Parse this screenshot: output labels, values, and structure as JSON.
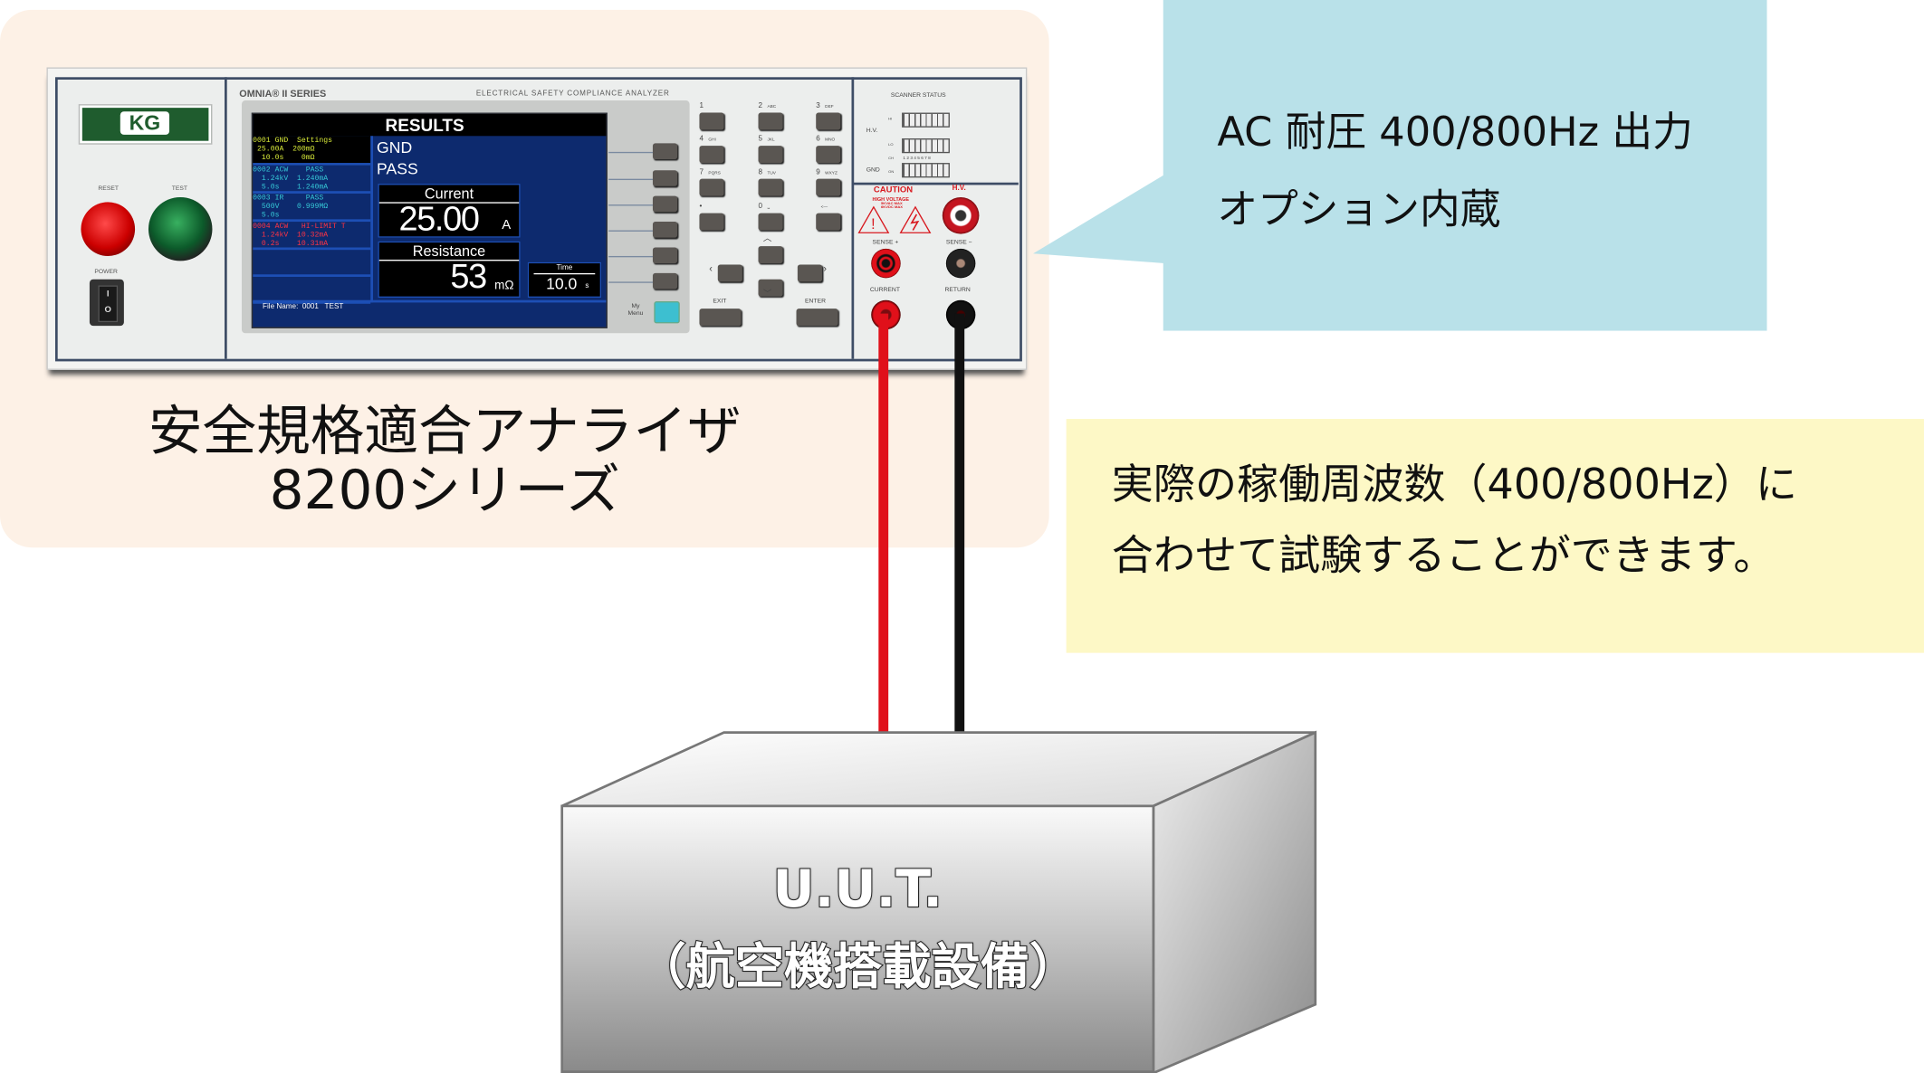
{
  "device": {
    "name_line1": "安全規格適合アナライザ",
    "name_line2": "8200シリーズ",
    "logo": "KG",
    "series": "OMNIA® II SERIES",
    "model_desc": "ELECTRICAL SAFETY COMPLIANCE ANALYZER",
    "reset_label": "RESET",
    "test_label": "TEST",
    "power_label": "POWER",
    "my_menu_label": "My Menu",
    "screen": {
      "title": "RESULTS",
      "steps": [
        {
          "l1": "0001 GND  Settings",
          "l2": " 25.00A  200mΩ",
          "l3": "  10.0s    0mΩ"
        },
        {
          "l1": "0002 ACW    PASS",
          "l2": "  1.24kV  1.240mA",
          "l3": "  5.0s    1.240mA"
        },
        {
          "l1": "0003 IR     PASS",
          "l2": "  500V    0.999MΩ",
          "l3": "  5.0s"
        },
        {
          "l1": "0004 ACW   HI-LIMIT T",
          "l2": "  1.24kV  10.32mA",
          "l3": "  0.2s    10.31mA"
        }
      ],
      "test_type": "GND",
      "result": "PASS",
      "current_label": "Current",
      "current_value": "25.00",
      "current_unit": "A",
      "resistance_label": "Resistance",
      "resistance_value": "53",
      "resistance_unit": "mΩ",
      "time_label": "Time",
      "time_value": "10.0",
      "time_unit": "s",
      "file_name": "File Name:  0001   TEST"
    },
    "keys": [
      {
        "num": "1",
        "sub": ""
      },
      {
        "num": "2",
        "sub": "ABC"
      },
      {
        "num": "3",
        "sub": "DEF"
      },
      {
        "num": "4",
        "sub": "GHI"
      },
      {
        "num": "5",
        "sub": "JKL"
      },
      {
        "num": "6",
        "sub": "MNO"
      },
      {
        "num": "7",
        "sub": "PQRS"
      },
      {
        "num": "8",
        "sub": "TUV"
      },
      {
        "num": "9",
        "sub": "WXYZ"
      },
      {
        "num": "•",
        "sub": ""
      },
      {
        "num": "0",
        "sub": "␣"
      },
      {
        "num": "",
        "sub": "<—"
      }
    ],
    "exit_label": "EXIT",
    "enter_label": "ENTER",
    "scanner": {
      "title": "SCANNER STATUS",
      "hv": "H.V.",
      "hi": "HI",
      "lo": "LO",
      "ch": "CH",
      "channels": "1 2 3 4 5 6 7 8",
      "gnd": "GND",
      "on": "ON"
    },
    "caution": "CAUTION",
    "high_voltage": "HIGH VOLTAGE",
    "vac_max": "5KVAC MAX",
    "vdc_max": "6KVDC MAX",
    "jacks": {
      "hv": "H.V.",
      "sense_plus": "SENSE +",
      "sense_minus": "SENSE −",
      "current": "CURRENT",
      "return": "RETURN"
    }
  },
  "callout_blue": {
    "line1": "AC 耐圧 400/800Hz 出力",
    "line2": "オプション内蔵"
  },
  "callout_yellow": {
    "line1": "実際の稼働周波数（400/800Hz）に",
    "line2": "合わせて試験することができます。"
  },
  "uut": {
    "line1": "U.U.T.",
    "line2": "（航空機搭載設備）"
  },
  "colors": {
    "peach": "#fdf1e6",
    "blue_callout": "#b9e1e9",
    "yellow_callout": "#fdf8c6",
    "red_wire": "#e0101a",
    "black_wire": "#111111"
  }
}
